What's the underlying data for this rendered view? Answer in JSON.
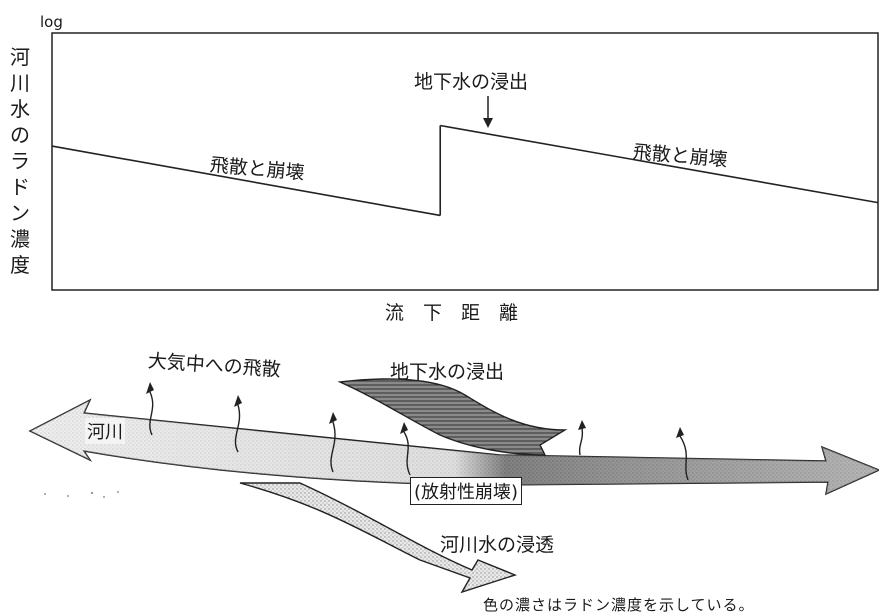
{
  "graph": {
    "log_label": "log",
    "y_axis_label": [
      "河",
      "川",
      "水",
      "の",
      "ラ",
      "ド",
      "ン",
      "濃",
      "度"
    ],
    "x_axis_label": "流　下　距　離",
    "annotation_groundwater": "地下水の浸出",
    "annotation_segment_left": "飛散と崩壊",
    "annotation_segment_right": "飛散と崩壊",
    "series": [
      {
        "segment": "upstream",
        "x": [
          0,
          0.47
        ],
        "y": [
          0.56,
          0.29
        ]
      },
      {
        "segment": "downstream",
        "x": [
          0.47,
          1.0
        ],
        "y": [
          0.64,
          0.34
        ]
      }
    ]
  },
  "diagram": {
    "label_atmosphere": "大気中への飛散",
    "label_groundwater": "地下水の浸出",
    "label_river": "河川",
    "label_decay": "(放射性崩壊)",
    "label_infiltration": "河川水の浸透",
    "caption": "色の濃さはラドン濃度を示している。",
    "colors": {
      "river_light": "#e6e6e6",
      "river_dark": "#555555",
      "groundwater": "#6b6b6b",
      "infiltration": "#cfcfcf",
      "outline": "#222222"
    }
  }
}
